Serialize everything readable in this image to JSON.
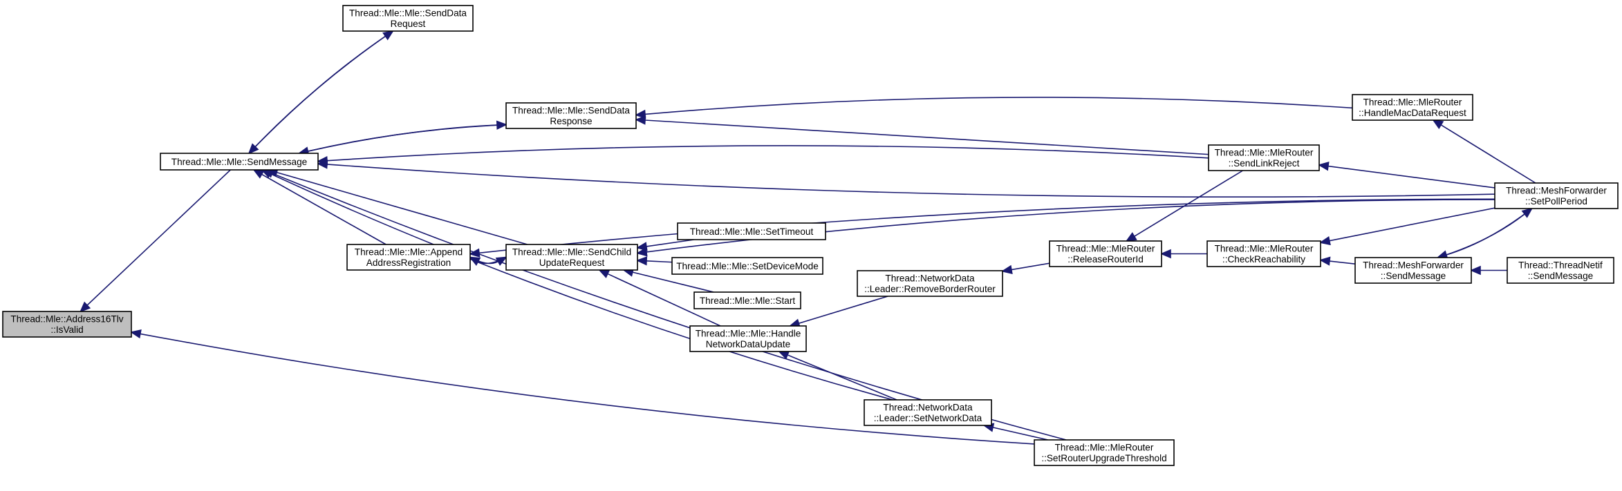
{
  "nodes": [
    {
      "id": "address16tlv",
      "lines": [
        "Thread::Mle::Address16Tlv",
        "::IsValid"
      ],
      "root": true
    },
    {
      "id": "sendmessage",
      "lines": [
        "Thread::Mle::Mle::SendMessage"
      ]
    },
    {
      "id": "senddatarequest",
      "lines": [
        "Thread::Mle::Mle::SendData",
        "Request"
      ]
    },
    {
      "id": "senddataresponse",
      "lines": [
        "Thread::Mle::Mle::SendData",
        "Response"
      ]
    },
    {
      "id": "appendaddressregistration",
      "lines": [
        "Thread::Mle::Mle::Append",
        "AddressRegistration"
      ]
    },
    {
      "id": "sendchildupdaterequest",
      "lines": [
        "Thread::Mle::Mle::SendChild",
        "UpdateRequest"
      ]
    },
    {
      "id": "settimeout",
      "lines": [
        "Thread::Mle::Mle::SetTimeout"
      ]
    },
    {
      "id": "setdevicemode",
      "lines": [
        "Thread::Mle::Mle::SetDeviceMode"
      ]
    },
    {
      "id": "start",
      "lines": [
        "Thread::Mle::Mle::Start"
      ]
    },
    {
      "id": "handlenetworkdataupdate",
      "lines": [
        "Thread::Mle::Mle::Handle",
        "NetworkDataUpdate"
      ]
    },
    {
      "id": "removeborderrouter",
      "lines": [
        "Thread::NetworkData",
        "::Leader::RemoveBorderRouter"
      ]
    },
    {
      "id": "setnetworkdata",
      "lines": [
        "Thread::NetworkData",
        "::Leader::SetNetworkData"
      ]
    },
    {
      "id": "releaserouterid",
      "lines": [
        "Thread::Mle::MleRouter",
        "::ReleaseRouterId"
      ]
    },
    {
      "id": "sendlinkreject",
      "lines": [
        "Thread::Mle::MleRouter",
        "::SendLinkReject"
      ]
    },
    {
      "id": "setrouterupgradethreshold",
      "lines": [
        "Thread::Mle::MleRouter",
        "::SetRouterUpgradeThreshold"
      ]
    },
    {
      "id": "checkreachability",
      "lines": [
        "Thread::Mle::MleRouter",
        "::CheckReachability"
      ]
    },
    {
      "id": "handlemacdatarequest",
      "lines": [
        "Thread::Mle::MleRouter",
        "::HandleMacDataRequest"
      ]
    },
    {
      "id": "meshsendmessage",
      "lines": [
        "Thread::MeshForwarder",
        "::SendMessage"
      ]
    },
    {
      "id": "setpollperiod",
      "lines": [
        "Thread::MeshForwarder",
        "::SetPollPeriod"
      ]
    },
    {
      "id": "threadnetifsendmessage",
      "lines": [
        "Thread::ThreadNetif",
        "::SendMessage"
      ]
    }
  ],
  "edges": [
    {
      "from": "sendmessage",
      "to": "address16tlv"
    },
    {
      "from": "setrouterupgradethreshold",
      "to": "address16tlv"
    },
    {
      "from": "senddatarequest",
      "to": "sendmessage"
    },
    {
      "from": "senddataresponse",
      "to": "sendmessage"
    },
    {
      "from": "sendlinkreject",
      "to": "sendmessage"
    },
    {
      "from": "appendaddressregistration",
      "to": "sendmessage"
    },
    {
      "from": "sendchildupdaterequest",
      "to": "sendmessage"
    },
    {
      "from": "setnetworkdata",
      "to": "sendmessage"
    },
    {
      "from": "setrouterupgradethreshold",
      "to": "sendmessage"
    },
    {
      "from": "setpollperiod",
      "to": "sendmessage"
    },
    {
      "from": "sendmessage",
      "to": "senddatarequest"
    },
    {
      "from": "sendmessage",
      "to": "senddataresponse"
    },
    {
      "from": "handlemacdatarequest",
      "to": "senddataresponse"
    },
    {
      "from": "sendlinkreject",
      "to": "senddataresponse"
    },
    {
      "from": "sendchildupdaterequest",
      "to": "appendaddressregistration"
    },
    {
      "from": "setpollperiod",
      "to": "appendaddressregistration"
    },
    {
      "from": "appendaddressregistration",
      "to": "sendchildupdaterequest"
    },
    {
      "from": "settimeout",
      "to": "sendchildupdaterequest"
    },
    {
      "from": "setdevicemode",
      "to": "sendchildupdaterequest"
    },
    {
      "from": "start",
      "to": "sendchildupdaterequest"
    },
    {
      "from": "handlenetworkdataupdate",
      "to": "sendchildupdaterequest"
    },
    {
      "from": "setpollperiod",
      "to": "sendchildupdaterequest"
    },
    {
      "from": "setnetworkdata",
      "to": "handlenetworkdataupdate"
    },
    {
      "from": "removeborderrouter",
      "to": "handlenetworkdataupdate"
    },
    {
      "from": "setrouterupgradethreshold",
      "to": "setnetworkdata"
    },
    {
      "from": "releaserouterid",
      "to": "removeborderrouter"
    },
    {
      "from": "sendlinkreject",
      "to": "releaserouterid"
    },
    {
      "from": "checkreachability",
      "to": "releaserouterid"
    },
    {
      "from": "setpollperiod",
      "to": "sendlinkreject"
    },
    {
      "from": "setpollperiod",
      "to": "checkreachability"
    },
    {
      "from": "meshsendmessage",
      "to": "checkreachability"
    },
    {
      "from": "setpollperiod",
      "to": "handlemacdatarequest"
    },
    {
      "from": "setpollperiod",
      "to": "meshsendmessage"
    },
    {
      "from": "threadnetifsendmessage",
      "to": "meshsendmessage"
    },
    {
      "from": "meshsendmessage",
      "to": "setpollperiod"
    }
  ],
  "colors": {
    "edge": "#191970",
    "root_fill": "#bfbfbf",
    "node_fill": "#ffffff",
    "node_stroke": "#000000"
  }
}
